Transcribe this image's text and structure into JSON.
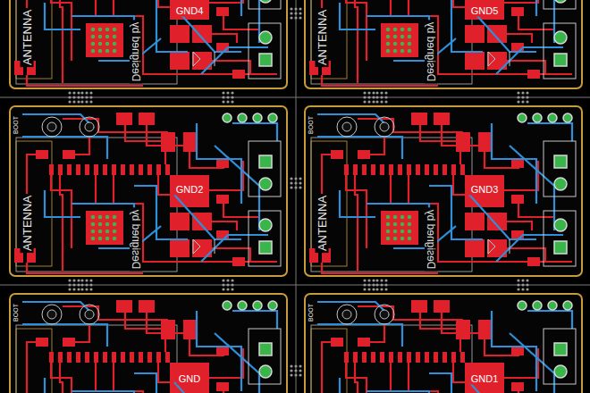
{
  "diagram": {
    "labels": [
      "ANTENNA",
      "Designed by",
      "GND4",
      "ANTENNA",
      "Designed by",
      "GND5",
      "BOOT",
      "ANTENNA",
      "Designed by",
      "GND2",
      "BOOT",
      "ANTENNA",
      "Designed by",
      "GND3",
      "BOOT",
      "GND",
      "BOOT",
      "GND1"
    ]
  }
}
